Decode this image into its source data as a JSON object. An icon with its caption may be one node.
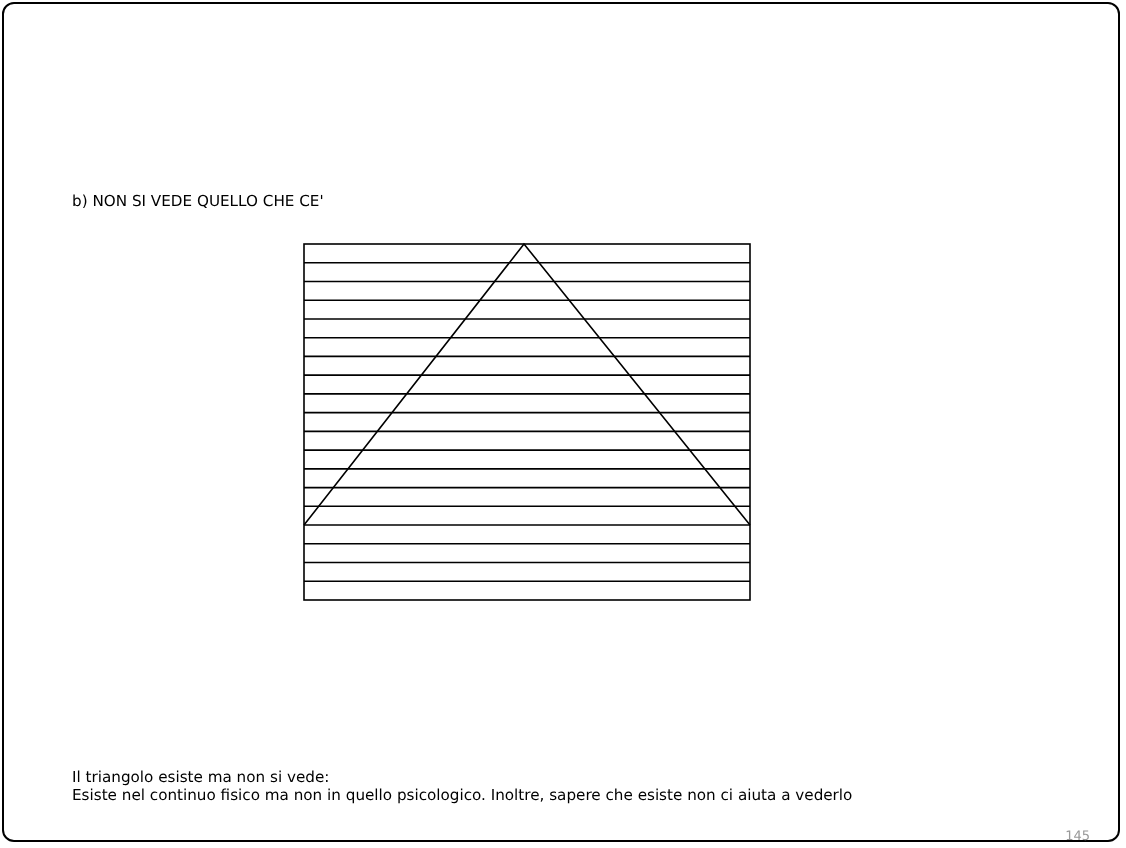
{
  "diagram": {
    "title": "b) NON SI VEDE QUELLO CHE CE'",
    "labels": [
      "Il triangolo esiste ma non si vede:",
      "Esiste nel continuo fisico ma non in quello psicologico. Inoltre, sapere che esiste non ci aiuta a vederlo",
      "145"
    ]
  }
}
